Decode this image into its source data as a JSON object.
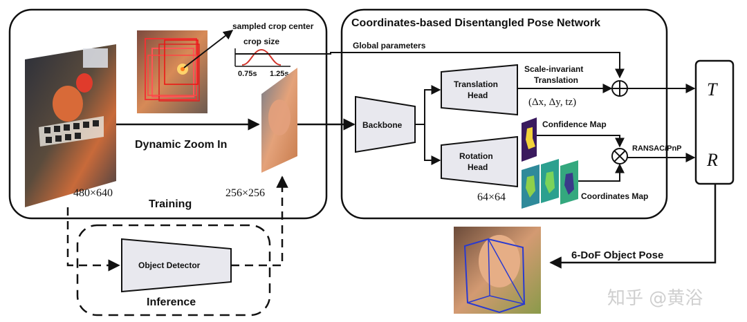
{
  "training_box": {
    "label": "Training",
    "zoom_label": "Dynamic Zoom In",
    "input_size": "480×640",
    "crop_size_out": "256×256",
    "sampled_center_label": "sampled crop center",
    "crop_size_label": "crop size",
    "tick_min": "0.75s",
    "tick_max": "1.25s"
  },
  "network_box": {
    "title": "Coordinates-based Disentangled Pose Network",
    "global_params": "Global parameters",
    "backbone": "Backbone",
    "translation_head": [
      "Translation",
      "Head"
    ],
    "rotation_head": [
      "Rotation",
      "Head"
    ],
    "scale_invariant": [
      "Scale-invariant",
      "Translation"
    ],
    "delta_formula": "(Δx, Δy, tz)",
    "confidence_map": "Confidence Map",
    "coordinates_map": "Coordinates Map",
    "map_size": "64×64",
    "ransac": "RANSAC/PnP"
  },
  "output": {
    "T": "T",
    "R": "R",
    "pose_label": "6-DoF Object Pose"
  },
  "inference_box": {
    "label": "Inference",
    "detector": "Object Detector"
  },
  "watermark": "知乎 @黄浴"
}
